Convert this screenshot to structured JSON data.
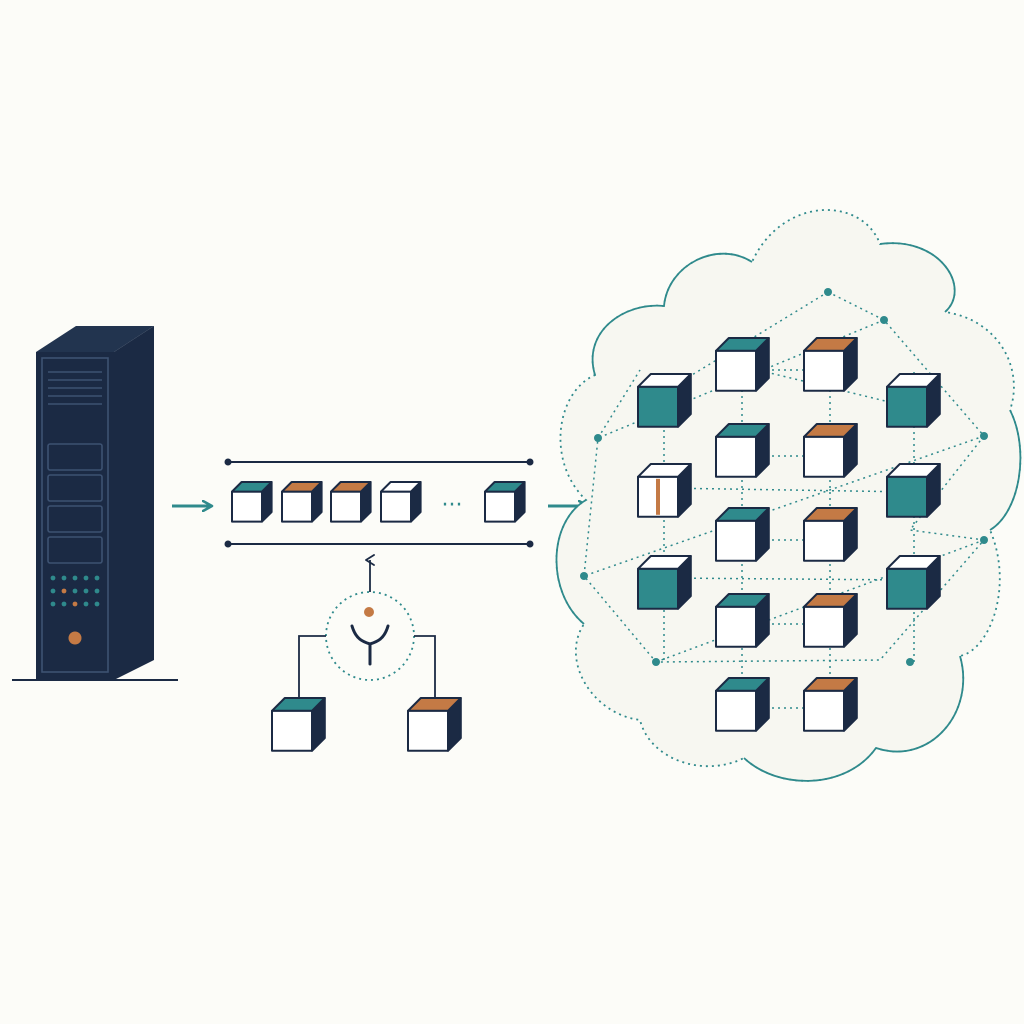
{
  "colors": {
    "background": "#fcfcf8",
    "navy": "#1b2a44",
    "teal": "#2f8a8c",
    "copper": "#c47a45",
    "cube_face": "#ffffff"
  },
  "icons": {
    "server": "server-tower-icon",
    "merge": "merge-fork-icon",
    "cloud": "cloud-icon",
    "arrow": "arrow-right-icon"
  },
  "diagram": {
    "server_indicator_dots": [
      [
        "teal",
        "teal",
        "teal",
        "teal",
        "teal"
      ],
      [
        "teal",
        "copper",
        "teal",
        "teal",
        "teal"
      ],
      [
        "teal",
        "teal",
        "copper",
        "teal",
        "teal"
      ]
    ],
    "queue_blocks": [
      {
        "tint": "teal"
      },
      {
        "tint": "copper"
      },
      {
        "tint": "copper"
      },
      {
        "tint": "none"
      },
      {
        "tint": "teal"
      }
    ],
    "queue_ellipsis": "···",
    "merge_inputs": [
      {
        "tint": "teal"
      },
      {
        "tint": "copper"
      }
    ],
    "cloud_cubes": [
      {
        "tint": "teal-side"
      },
      {
        "tint": "teal"
      },
      {
        "tint": "copper"
      },
      {
        "tint": "teal-side"
      },
      {
        "tint": "copper-edge"
      },
      {
        "tint": "teal"
      },
      {
        "tint": "copper"
      },
      {
        "tint": "teal-side"
      },
      {
        "tint": "teal"
      },
      {
        "tint": "copper"
      },
      {
        "tint": "teal-side"
      },
      {
        "tint": "teal"
      },
      {
        "tint": "copper"
      },
      {
        "tint": "teal-side"
      },
      {
        "tint": "teal"
      },
      {
        "tint": "copper"
      }
    ]
  }
}
